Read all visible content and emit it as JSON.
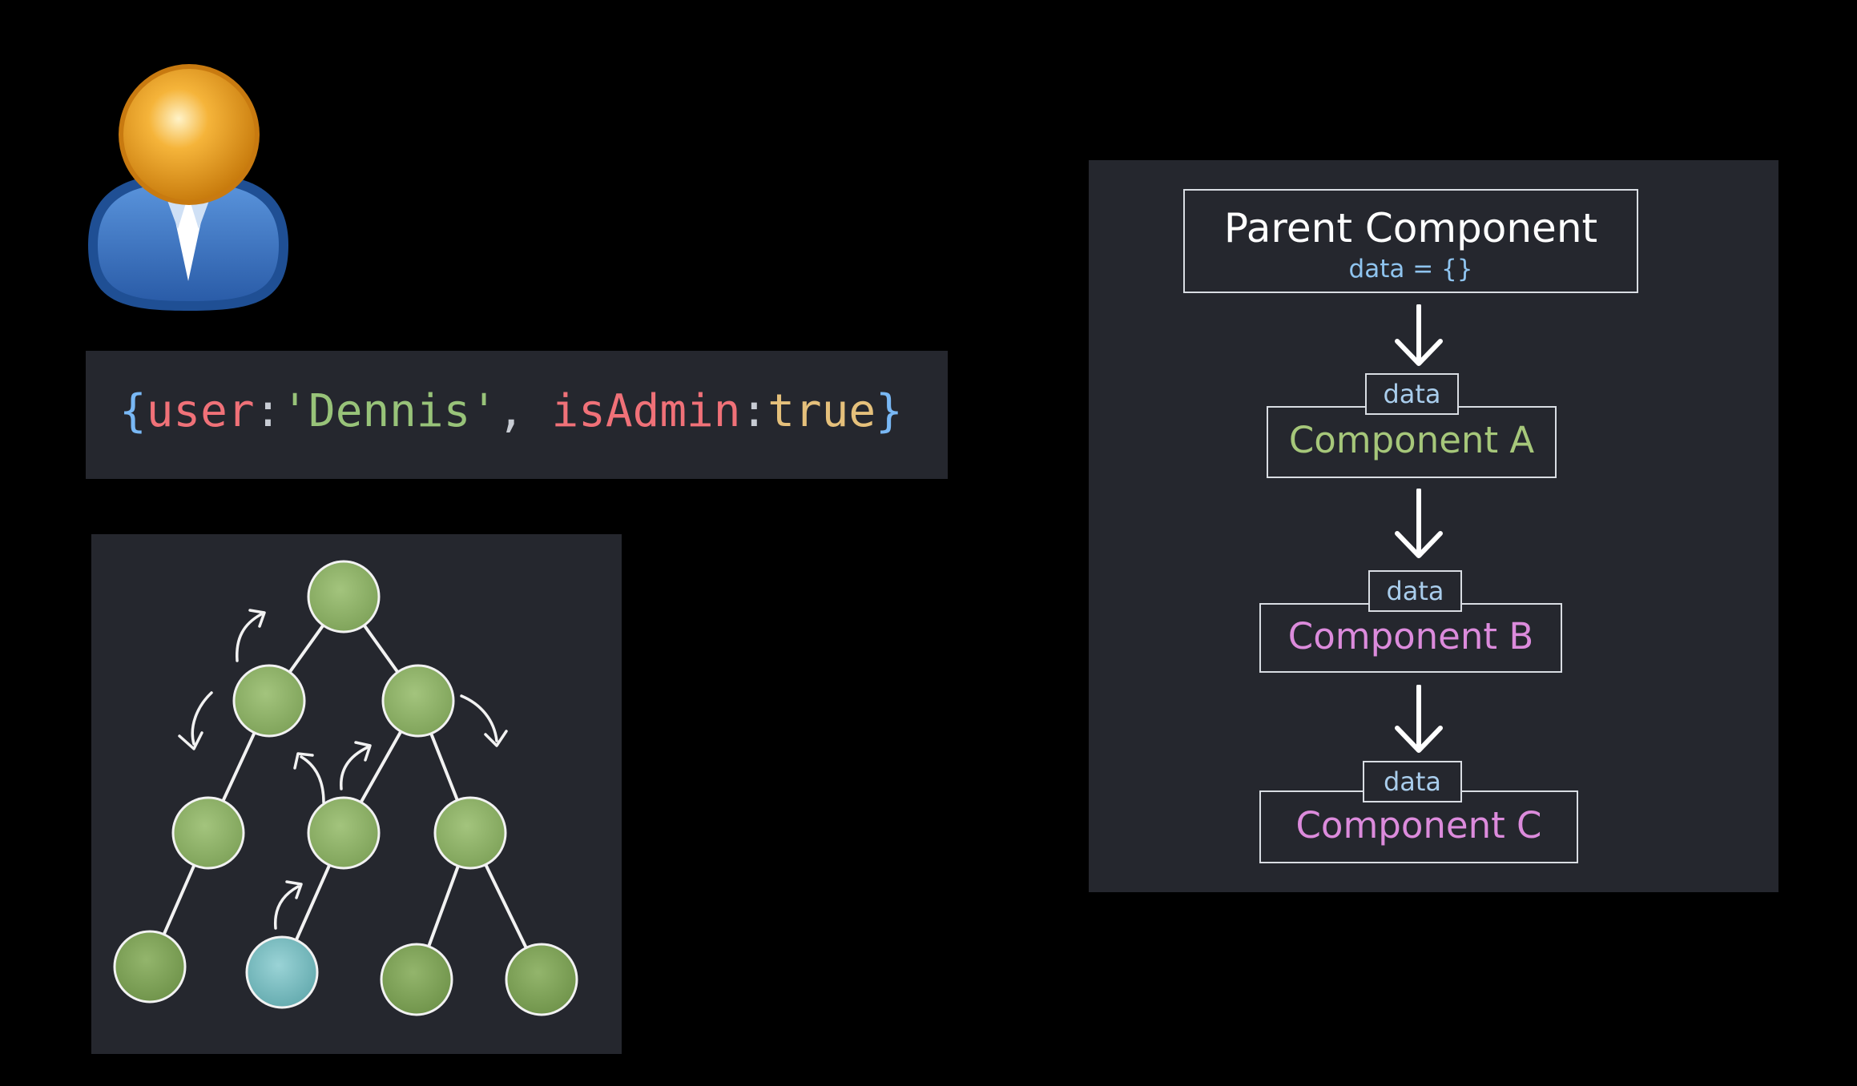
{
  "code": {
    "open_brace": "{",
    "key_user": "user",
    "colon1": ":",
    "value_user": "'Dennis'",
    "comma": ", ",
    "key_admin": "isAdmin",
    "colon2": ":",
    "value_admin": "true",
    "close_brace": "}"
  },
  "flow": {
    "parent_title": "Parent Component",
    "parent_sub": "data = {}",
    "components": [
      {
        "label": "Component A",
        "tag": "data",
        "color": "#a6c77a"
      },
      {
        "label": "Component B",
        "tag": "data",
        "color": "#dc8bdc"
      },
      {
        "label": "Component C",
        "tag": "data",
        "color": "#dc8bdc"
      }
    ]
  },
  "colors": {
    "background": "#000000",
    "panel": "#25272e",
    "node_green": "#8fb36a",
    "node_highlight": "#7bbcc0",
    "avatar_head": "#f0a020",
    "avatar_body": "#2f6fc0"
  },
  "icons": {
    "avatar": "user-icon"
  }
}
